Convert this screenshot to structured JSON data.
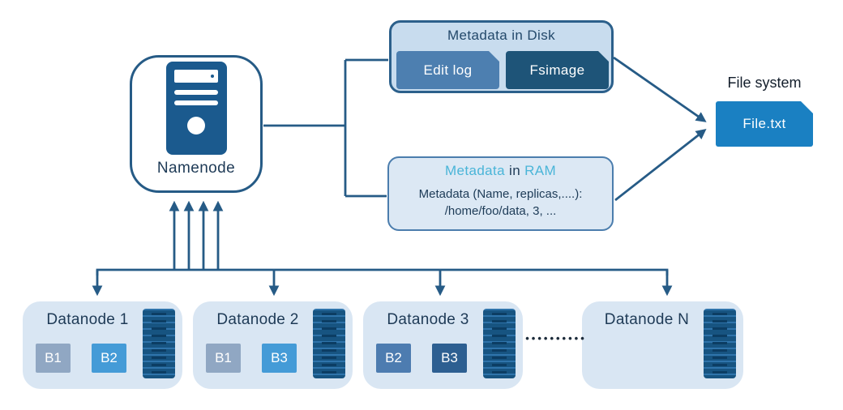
{
  "colors": {
    "line": "#265b86",
    "navy_text": "#1e3a56",
    "cyan_accent": "#4ab5d8",
    "disk_panel_bg": "#c8dcee",
    "ram_panel_bg": "#dce8f4",
    "edit_log_bg": "#4d7fb0",
    "fsimage_bg": "#1e5478",
    "file_txt_bg": "#1a80c2",
    "datanode_bg": "#d9e6f3"
  },
  "namenode": {
    "label": "Namenode"
  },
  "metadata_disk": {
    "title": "Metadata in Disk",
    "edit_log_label": "Edit log",
    "fsimage_label": "Fsimage"
  },
  "metadata_ram": {
    "title_word1": "Metadata",
    "title_word2": "in",
    "title_word3": "RAM",
    "line1": "Metadata (Name, replicas,....):",
    "line2": "/home/foo/data, 3, ..."
  },
  "file_system": {
    "title": "File system",
    "file_label": "File.txt"
  },
  "datanodes": [
    {
      "title": "Datanode 1",
      "blocks": [
        {
          "label": "B1",
          "color": "#90a7c3"
        },
        {
          "label": "B2",
          "color": "#449bd7"
        }
      ]
    },
    {
      "title": "Datanode 2",
      "blocks": [
        {
          "label": "B1",
          "color": "#90a7c3"
        },
        {
          "label": "B3",
          "color": "#449bd7"
        }
      ]
    },
    {
      "title": "Datanode 3",
      "blocks": [
        {
          "label": "B2",
          "color": "#4d7cb0"
        },
        {
          "label": "B3",
          "color": "#2d5f91"
        }
      ]
    },
    {
      "title": "Datanode N",
      "blocks": []
    }
  ],
  "separator_dots": "••••••••••"
}
